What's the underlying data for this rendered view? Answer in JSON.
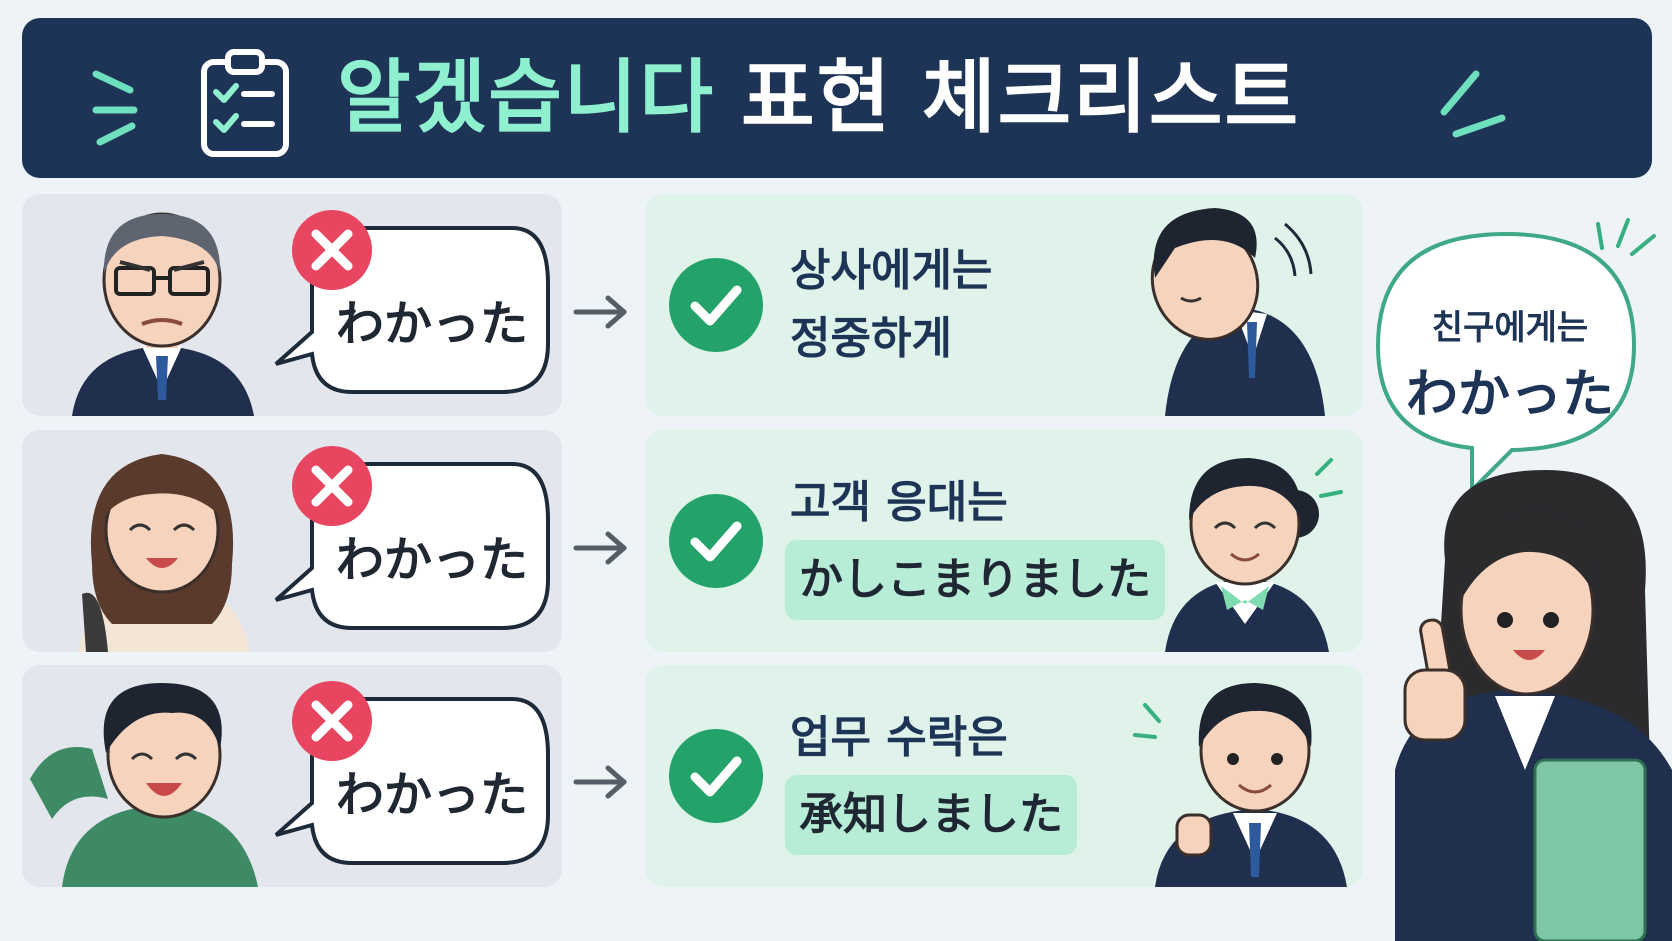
{
  "header": {
    "title_accent": "알겠습니다",
    "title_main": "표현 체크리스트"
  },
  "rows": [
    {
      "wrong_phrase": "わかった",
      "right_lines": [
        "상사에게는",
        "정중하게"
      ],
      "right_phrase": ""
    },
    {
      "wrong_phrase": "わかった",
      "right_lines": [
        "고객 응대는"
      ],
      "right_phrase": "かしこまりました"
    },
    {
      "wrong_phrase": "わかった",
      "right_lines": [
        "업무 수락은"
      ],
      "right_phrase": "承知しました"
    }
  ],
  "friend": {
    "label": "친구에게는",
    "phrase": "わかった"
  },
  "colors": {
    "header_bg": "#1d3456",
    "accent_mint": "#8ff0cf",
    "check_green": "#23a36a",
    "x_red": "#e84660",
    "pill_bg": "#b7ecd7"
  },
  "icons": {
    "header": "clipboard-check-icon",
    "wrong": "x-mark-icon",
    "right": "check-mark-icon",
    "arrow": "arrow-right-icon"
  }
}
